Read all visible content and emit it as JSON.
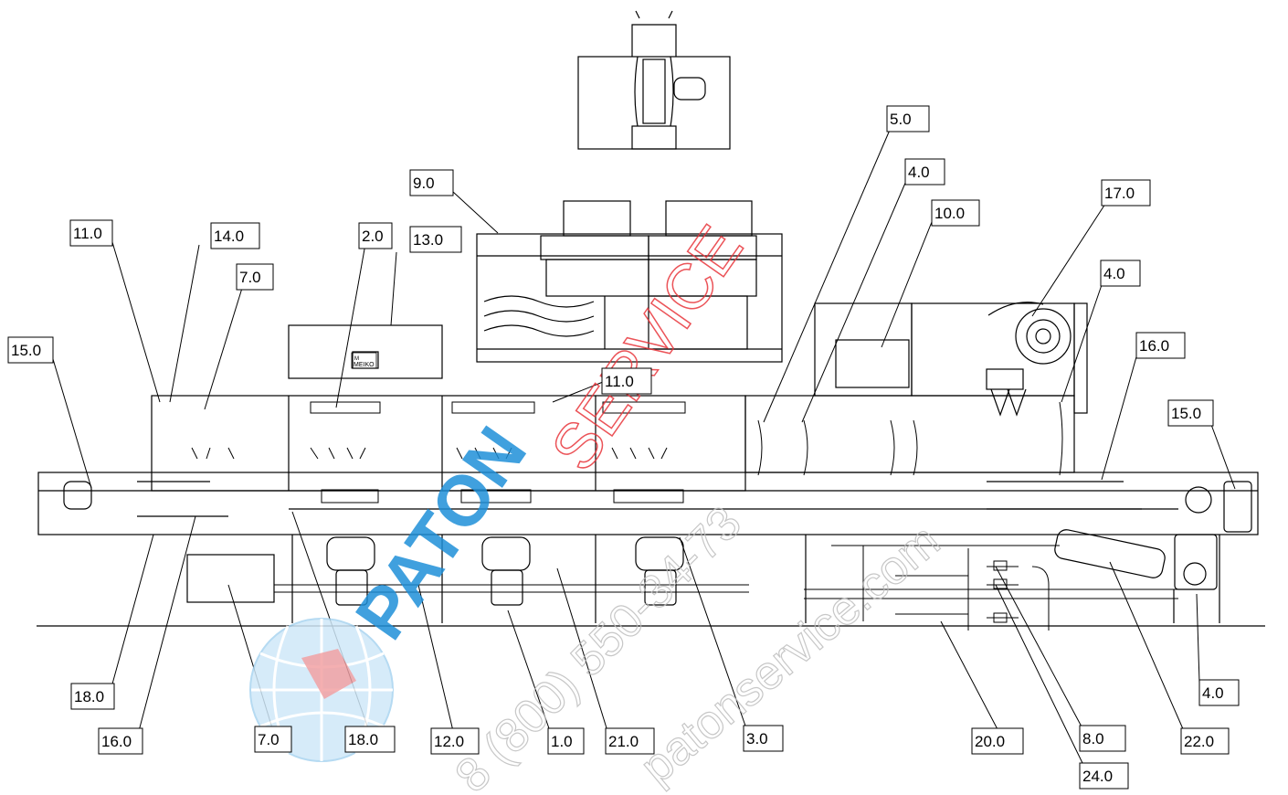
{
  "labels": [
    {
      "id": "l-11-top",
      "text": "11.0"
    },
    {
      "id": "l-14",
      "text": "14.0"
    },
    {
      "id": "l-7-top",
      "text": "7.0"
    },
    {
      "id": "l-15-left",
      "text": "15.0"
    },
    {
      "id": "l-2",
      "text": "2.0"
    },
    {
      "id": "l-13",
      "text": "13.0"
    },
    {
      "id": "l-9",
      "text": "9.0"
    },
    {
      "id": "l-11-mid",
      "text": "11.0"
    },
    {
      "id": "l-5",
      "text": "5.0"
    },
    {
      "id": "l-4-top",
      "text": "4.0"
    },
    {
      "id": "l-10",
      "text": "10.0"
    },
    {
      "id": "l-17",
      "text": "17.0"
    },
    {
      "id": "l-4-right",
      "text": "4.0"
    },
    {
      "id": "l-16-right",
      "text": "16.0"
    },
    {
      "id": "l-15-right",
      "text": "15.0"
    },
    {
      "id": "l-4-bottom",
      "text": "4.0"
    },
    {
      "id": "l-18-left",
      "text": "18.0"
    },
    {
      "id": "l-16-left",
      "text": "16.0"
    },
    {
      "id": "l-7-bottom",
      "text": "7.0"
    },
    {
      "id": "l-18-mid",
      "text": "18.0"
    },
    {
      "id": "l-12",
      "text": "12.0"
    },
    {
      "id": "l-1",
      "text": "1.0"
    },
    {
      "id": "l-21",
      "text": "21.0"
    },
    {
      "id": "l-3",
      "text": "3.0"
    },
    {
      "id": "l-20",
      "text": "20.0"
    },
    {
      "id": "l-8",
      "text": "8.0"
    },
    {
      "id": "l-22",
      "text": "22.0"
    },
    {
      "id": "l-24",
      "text": "24.0"
    }
  ],
  "brand_plate": "MEIKO",
  "brand_plate_mark": "M",
  "watermark": {
    "word1": "PATON",
    "word2": "SERVICE",
    "phone": "8 (800) 550-34-73",
    "site": "patonservice.com",
    "blue": "#1e8fd8",
    "red": "#e8353a"
  },
  "colors": {
    "line": "#000000",
    "background": "#ffffff"
  }
}
